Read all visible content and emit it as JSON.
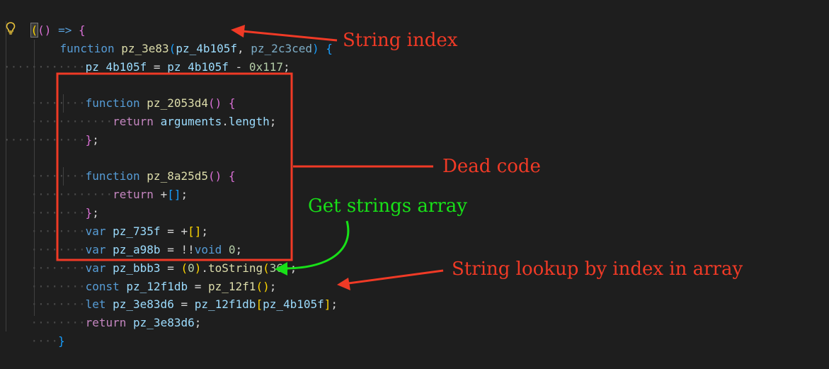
{
  "code": {
    "l1": {
      "p1": "(",
      "p2": "()",
      "arrow": " => ",
      "brace": "{"
    },
    "l2": {
      "kw": "function ",
      "name": "pz_3e83",
      "open": "(",
      "a1": "pz_4b105f",
      "comma": ", ",
      "a2": "pz_2c3ced",
      "close": ")",
      "sp": " ",
      "brace": "{"
    },
    "l3": {
      "v": "pz_4b105f",
      "eq": " = ",
      "v2": "pz_4b105f",
      "minus": " - ",
      "num": "0x117",
      "semi": ";"
    },
    "l5": {
      "kw": "function ",
      "name": "pz_2053d4",
      "parens": "()",
      "sp": " ",
      "brace": "{"
    },
    "l6": {
      "kw": "return ",
      "v": "arguments",
      "dot": ".",
      "prop": "length",
      "semi": ";"
    },
    "l7": {
      "brace": "}",
      "semi": ";"
    },
    "l9": {
      "kw": "function ",
      "name": "pz_8a25d5",
      "parens": "()",
      "sp": " ",
      "brace": "{"
    },
    "l10": {
      "kw": "return ",
      "plus": "+",
      "arr": "[]",
      "semi": ";"
    },
    "l11": {
      "brace": "}",
      "semi": ";"
    },
    "l12": {
      "kw": "var ",
      "v": "pz_735f",
      "eq": " = ",
      "plus": "+",
      "arr": "[]",
      "semi": ";"
    },
    "l13": {
      "kw": "var ",
      "v": "pz_a98b",
      "eq": " = ",
      "bang": "!!",
      "void": "void",
      "sp": " ",
      "num": "0",
      "semi": ";"
    },
    "l14": {
      "kw": "var ",
      "v": "pz_bbb3",
      "eq": " = ",
      "po": "(",
      "num": "0",
      "pc": ")",
      "dot": ".",
      "fn": "toString",
      "po2": "(",
      "num2": "36",
      "pc2": ")",
      "semi": ";"
    },
    "l15": {
      "kw": "const ",
      "v": "pz_12f1db",
      "eq": " = ",
      "fn": "pz_12f1",
      "parens": "()",
      "semi": ";"
    },
    "l16": {
      "kw": "let ",
      "v": "pz_3e83d6",
      "eq": " = ",
      "v2": "pz_12f1db",
      "bo": "[",
      "v3": "pz_4b105f",
      "bc": "]",
      "semi": ";"
    },
    "l17": {
      "kw": "return ",
      "v": "pz_3e83d6",
      "semi": ";"
    },
    "l18": {
      "brace": "}"
    }
  },
  "annotations": {
    "string_index": "String index",
    "dead_code": "Dead code",
    "get_strings_array": "Get strings array",
    "string_lookup": "String lookup by index in array"
  },
  "colors": {
    "background": "#1e1e1e",
    "annotation_red": "#f03a26",
    "annotation_green": "#18e018",
    "keyword": "#569cd6",
    "function_name": "#dcdcaa",
    "variable": "#9cdcfe",
    "number": "#b5cea8"
  },
  "icons": {
    "lightbulb": "lightbulb-icon"
  }
}
